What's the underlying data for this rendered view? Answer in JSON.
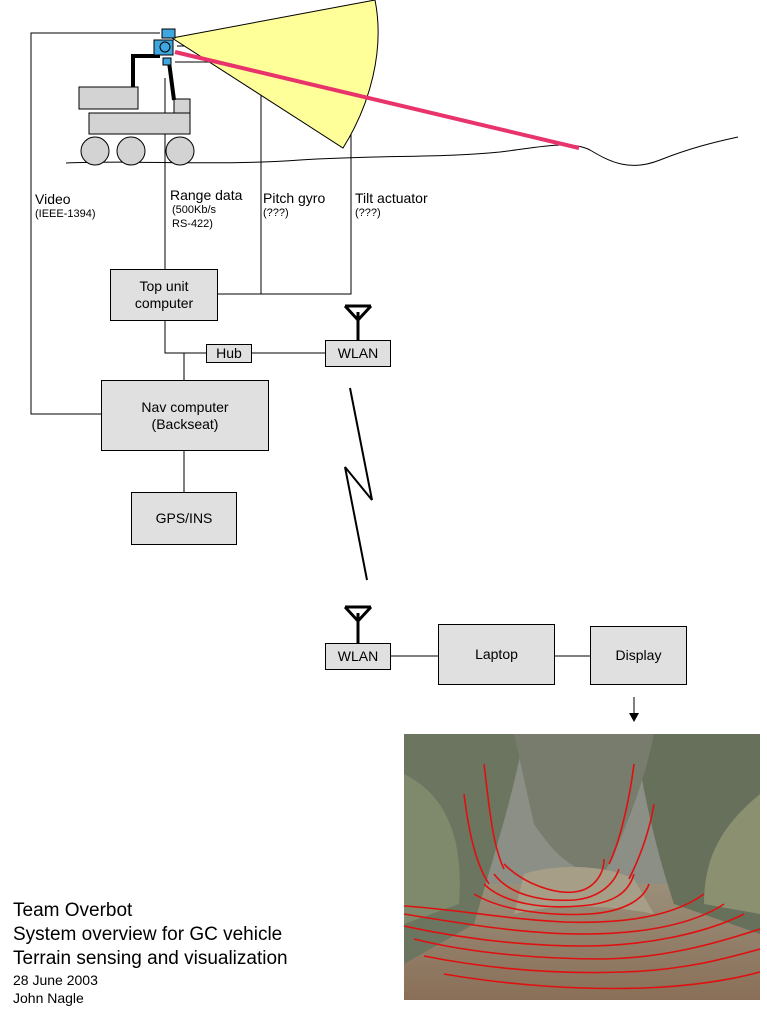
{
  "labels": {
    "video": "Video",
    "video_sub": "(IEEE-1394)",
    "range": "Range data",
    "range_sub1": "(500Kb/s",
    "range_sub2": "RS-422)",
    "pitch": "Pitch gyro",
    "pitch_sub": "(???)",
    "tilt": "Tilt actuator",
    "tilt_sub": "(???)"
  },
  "boxes": {
    "top_unit_1": "Top unit",
    "top_unit_2": "computer",
    "hub": "Hub",
    "wlan_top": "WLAN",
    "nav_1": "Nav computer",
    "nav_2": "(Backseat)",
    "gps": "GPS/INS",
    "wlan_bottom": "WLAN",
    "laptop": "Laptop",
    "display": "Display"
  },
  "footer": {
    "team": "Team Overbot",
    "line2": "System overview for GC vehicle",
    "line3": "Terrain sensing and visualization",
    "date": "28 June 2003",
    "author": "John Nagle"
  },
  "colors": {
    "box_fill": "#e0e0e0",
    "sensor_cone": "#ffff99",
    "laser_beam": "#e8336b",
    "sensor_head": "#3fa7e0",
    "contour_lines": "#e01010"
  }
}
